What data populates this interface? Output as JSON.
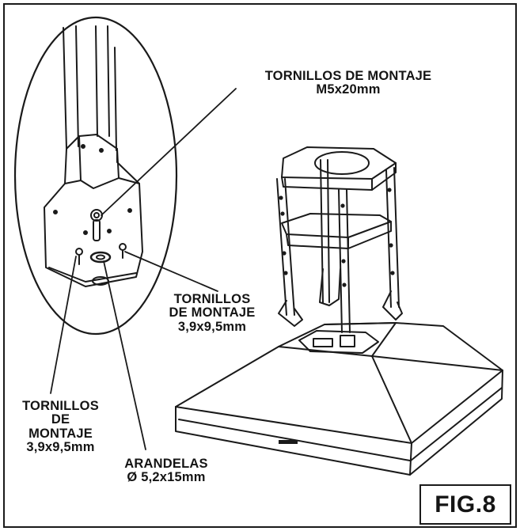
{
  "figure_label": "FIG.8",
  "colors": {
    "ink": "#1a1a1a",
    "background": "#ffffff"
  },
  "labels": {
    "screws_m5": {
      "line1": "TORNILLOS DE MONTAJE",
      "line2": "M5x20mm"
    },
    "screws_right": {
      "line1": "TORNILLOS",
      "line2": "DE MONTAJE",
      "line3": "3,9x9,5mm"
    },
    "screws_left": {
      "line1": "TORNILLOS",
      "line2": "DE",
      "line3": "MONTAJE",
      "line4": "3,9x9,5mm"
    },
    "washers": {
      "line1": "ARANDELAS",
      "line2": "Ø 5,2x15mm"
    }
  }
}
